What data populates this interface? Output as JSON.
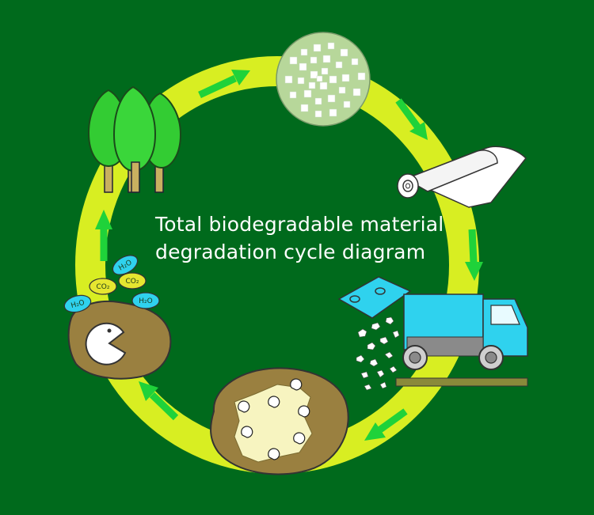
{
  "title": {
    "line1": "Total biodegradable material",
    "line2": "degradation cycle diagram"
  },
  "molecules": {
    "h2o": "H₂O",
    "co2": "CO₂"
  },
  "stages": [
    {
      "name": "trees-stage"
    },
    {
      "name": "pellets-stage"
    },
    {
      "name": "film-roll-stage"
    },
    {
      "name": "garbage-truck-stage"
    },
    {
      "name": "microbe-decomposition-stage"
    },
    {
      "name": "soil-release-stage"
    }
  ],
  "colors": {
    "background": "#006a1c",
    "ring": "#d8ee22",
    "arrow": "#1fd23a",
    "soil": "#9a8040",
    "truck": "#2fd2ee",
    "tree": "#33cc33"
  }
}
